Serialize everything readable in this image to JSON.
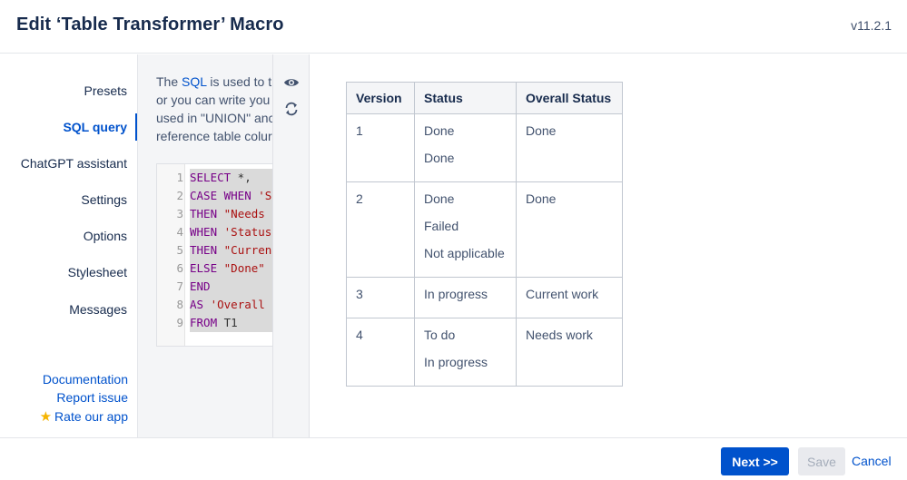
{
  "header": {
    "title": "Edit ‘Table Transformer’ Macro",
    "version": "v11.2.1"
  },
  "sidebar": {
    "items": [
      {
        "label": "Presets",
        "active": false
      },
      {
        "label": "SQL query",
        "active": true
      },
      {
        "label": "ChatGPT assistant",
        "active": false
      },
      {
        "label": "Settings",
        "active": false
      },
      {
        "label": "Options",
        "active": false
      },
      {
        "label": "Stylesheet",
        "active": false
      },
      {
        "label": "Messages",
        "active": false
      }
    ],
    "links": {
      "documentation": "Documentation",
      "report_issue": "Report issue",
      "rate_app": "Rate our app"
    }
  },
  "description": {
    "line1_prefix": "The ",
    "line1_link": "SQL",
    "line1_suffix": " is used to tr",
    "line2": "or you can write you",
    "line3": "used in \"UNION\" anc",
    "line4": "reference table colur"
  },
  "sql_editor": {
    "lines": [
      {
        "n": "1",
        "parts": [
          [
            "kw",
            "SELECT"
          ],
          [
            "ident",
            " *,"
          ]
        ]
      },
      {
        "n": "2",
        "parts": [
          [
            "kw",
            "CASE WHEN"
          ],
          [
            "ident",
            " "
          ],
          [
            "str",
            "'S"
          ]
        ]
      },
      {
        "n": "3",
        "parts": [
          [
            "kw",
            "THEN"
          ],
          [
            "ident",
            " "
          ],
          [
            "str",
            "\"Needs"
          ]
        ]
      },
      {
        "n": "4",
        "parts": [
          [
            "kw",
            "WHEN"
          ],
          [
            "ident",
            " "
          ],
          [
            "str",
            "'Status"
          ]
        ]
      },
      {
        "n": "5",
        "parts": [
          [
            "kw",
            "THEN"
          ],
          [
            "ident",
            " "
          ],
          [
            "str",
            "\"Curren"
          ]
        ]
      },
      {
        "n": "6",
        "parts": [
          [
            "kw",
            "ELSE"
          ],
          [
            "ident",
            " "
          ],
          [
            "str",
            "\"Done\""
          ]
        ]
      },
      {
        "n": "7",
        "parts": [
          [
            "kw",
            "END"
          ]
        ]
      },
      {
        "n": "8",
        "parts": [
          [
            "kw",
            "AS"
          ],
          [
            "ident",
            " "
          ],
          [
            "str",
            "'Overall"
          ]
        ]
      },
      {
        "n": "9",
        "parts": [
          [
            "kw",
            "FROM"
          ],
          [
            "ident",
            " T1"
          ]
        ]
      }
    ]
  },
  "toolbar": {
    "preview_icon": "eye-icon",
    "refresh_icon": "refresh-icon"
  },
  "result_table": {
    "headers": [
      "Version",
      "Status",
      "Overall Status"
    ],
    "rows": [
      {
        "version": "1",
        "statuses": [
          "Done",
          "Done"
        ],
        "overall": "Done"
      },
      {
        "version": "2",
        "statuses": [
          "Done",
          "Failed",
          "Not applicable"
        ],
        "overall": "Done"
      },
      {
        "version": "3",
        "statuses": [
          "In progress"
        ],
        "overall": "Current work"
      },
      {
        "version": "4",
        "statuses": [
          "To do",
          "In progress"
        ],
        "overall": "Needs work"
      }
    ]
  },
  "footer": {
    "next_label": "Next >>",
    "save_label": "Save",
    "cancel_label": "Cancel"
  },
  "colors": {
    "accent": "#0052cc",
    "sql_keyword": "#770088",
    "sql_string": "#aa1111",
    "star": "#f5b400"
  }
}
